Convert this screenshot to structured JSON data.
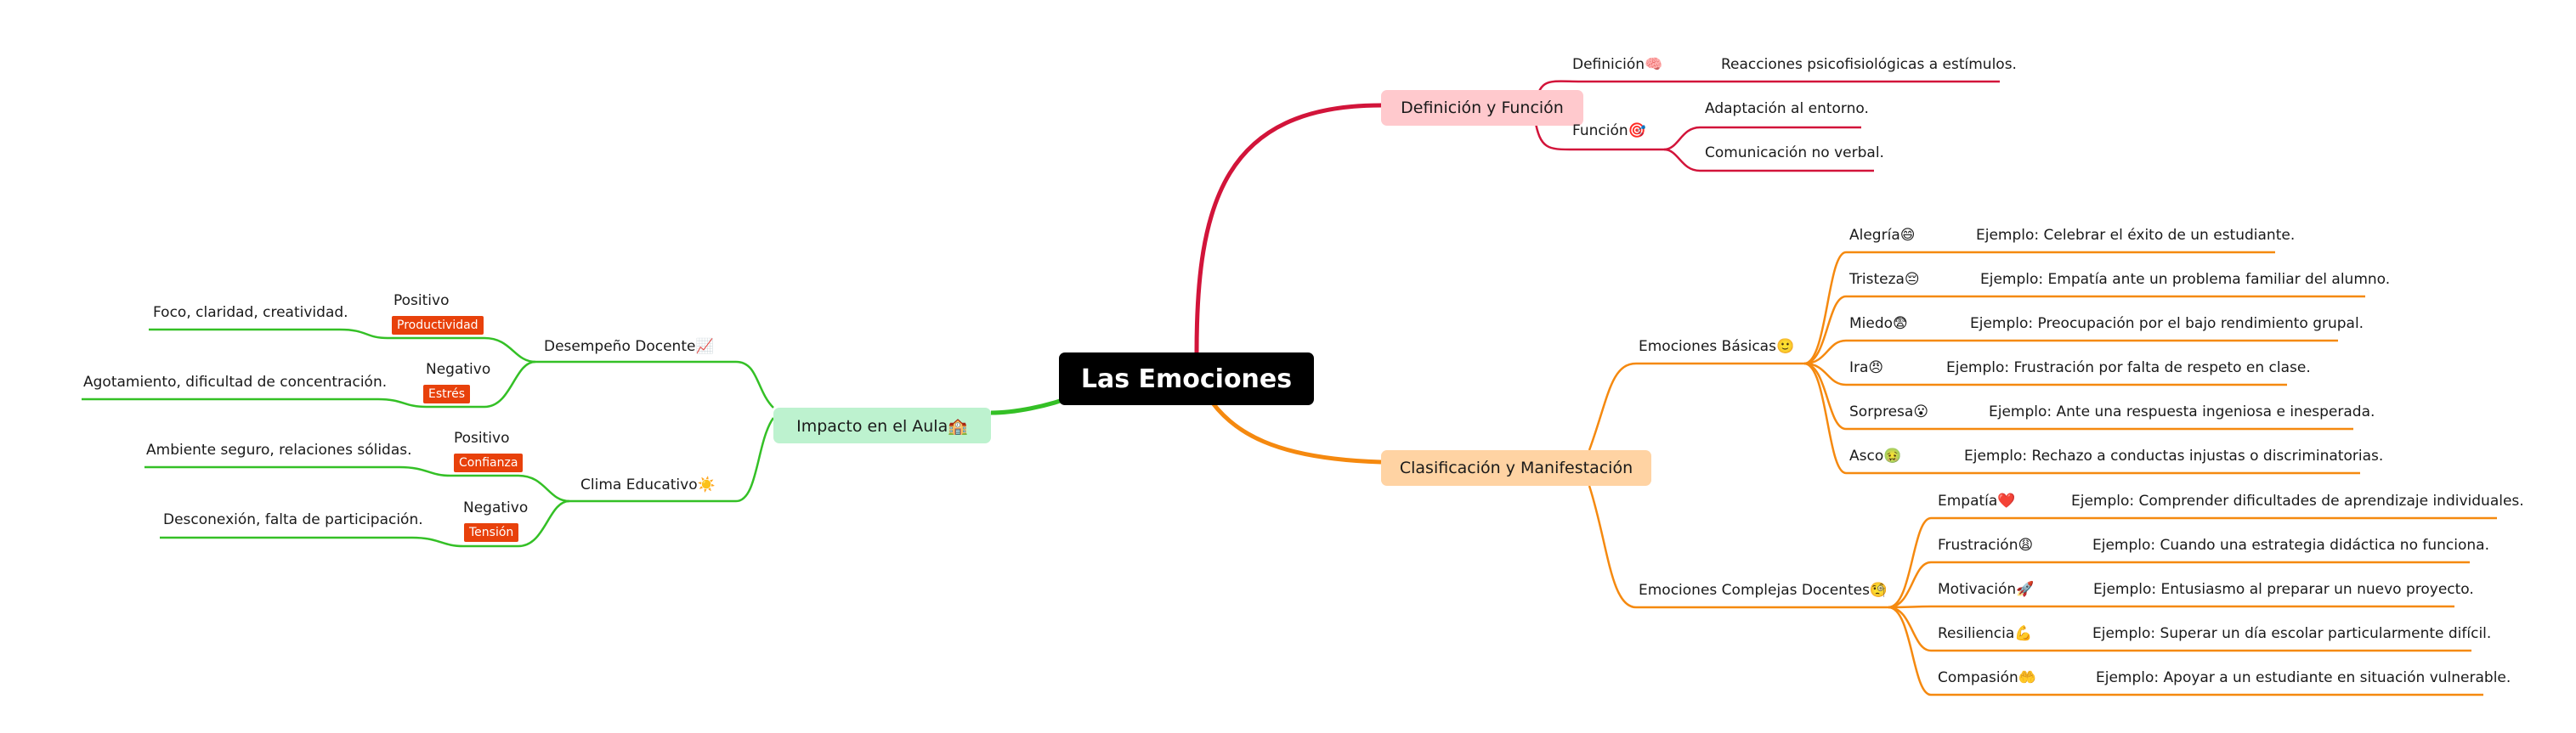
{
  "colors": {
    "definicion": "#d2143a",
    "clasificacion": "#f5890f",
    "impacto": "#34c026",
    "tag": "#e8410b",
    "root_bg": "#000000"
  },
  "root": {
    "label": "Las Emociones"
  },
  "definicion": {
    "label": "Definición y Función",
    "definicion_label": "Definición🧠",
    "definicion_text": "Reacciones psicofisiológicas a estímulos.",
    "funcion_label": "Función🎯",
    "funcion_items": [
      "Adaptación al entorno.",
      "Comunicación no verbal."
    ]
  },
  "clasificacion": {
    "label": "Clasificación y Manifestación",
    "basicas_label": "Emociones Básicas🙂",
    "basicas": [
      {
        "name": "Alegría😄",
        "example": "Ejemplo: Celebrar el éxito de un estudiante."
      },
      {
        "name": "Tristeza😔",
        "example": "Ejemplo: Empatía ante un problema familiar del alumno."
      },
      {
        "name": "Miedo😨",
        "example": "Ejemplo: Preocupación por el bajo rendimiento grupal."
      },
      {
        "name": "Ira😠",
        "example": "Ejemplo: Frustración por falta de respeto en clase."
      },
      {
        "name": "Sorpresa😮",
        "example": "Ejemplo: Ante una respuesta ingeniosa e inesperada."
      },
      {
        "name": "Asco🤢",
        "example": "Ejemplo: Rechazo a conductas injustas o discriminatorias."
      }
    ],
    "complejas_label": "Emociones Complejas Docentes🧐",
    "complejas": [
      {
        "name": "Empatía❤️",
        "example": "Ejemplo: Comprender dificultades de aprendizaje individuales."
      },
      {
        "name": "Frustración😩",
        "example": "Ejemplo: Cuando una estrategia didáctica no funciona."
      },
      {
        "name": "Motivación🚀",
        "example": "Ejemplo: Entusiasmo al preparar un nuevo proyecto."
      },
      {
        "name": "Resiliencia💪",
        "example": "Ejemplo: Superar un día escolar particularmente difícil."
      },
      {
        "name": "Compasión🤲",
        "example": "Ejemplo: Apoyar a un estudiante en situación vulnerable."
      }
    ]
  },
  "impacto": {
    "label": "Impacto en el Aula🏫",
    "desempeno": {
      "label": "Desempeño Docente📈",
      "positivo_label": "Positivo",
      "positivo_tag": "Productividad",
      "positivo_text": "Foco, claridad, creatividad.",
      "negativo_label": "Negativo",
      "negativo_tag": "Estrés",
      "negativo_text": "Agotamiento, dificultad de concentración."
    },
    "clima": {
      "label": "Clima Educativo☀️",
      "positivo_label": "Positivo",
      "positivo_tag": "Confianza",
      "positivo_text": "Ambiente seguro, relaciones sólidas.",
      "negativo_label": "Negativo",
      "negativo_tag": "Tensión",
      "negativo_text": "Desconexión, falta de participación."
    }
  }
}
